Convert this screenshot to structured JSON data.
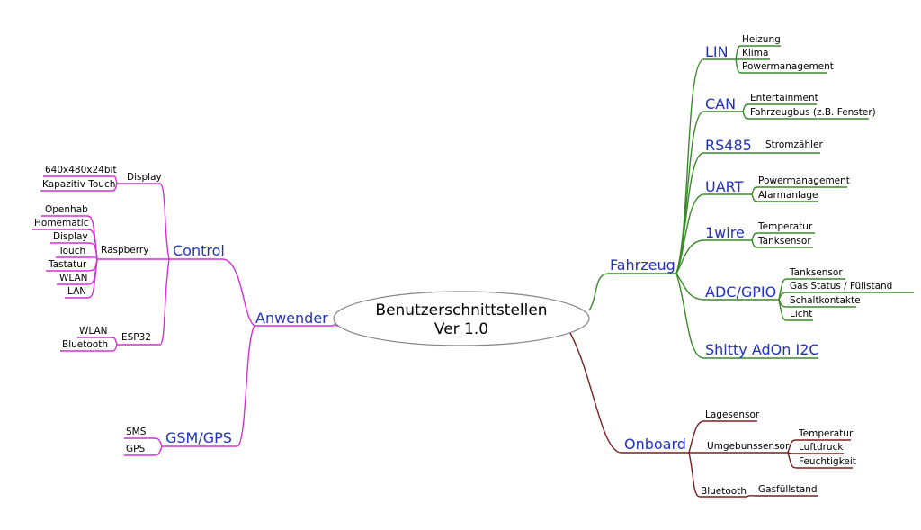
{
  "central": {
    "line1": "Benutzerschnittstellen",
    "line2": "Ver 1.0"
  },
  "colors": {
    "anwender": "#d62ed6",
    "fahrzeug": "#3a8a2a",
    "onboard": "#7a1f1f",
    "heading": "#2233bb",
    "central_border": "#888888"
  },
  "anwender": {
    "label": "Anwender",
    "control": {
      "label": "Control",
      "display": {
        "label": "Display",
        "items": [
          "640x480x24bit",
          "Kapazitiv Touch"
        ]
      },
      "raspberry": {
        "label": "Raspberry",
        "items": [
          "Openhab",
          "Homematic",
          "Display",
          "Touch",
          "Tastatur",
          "WLAN",
          "LAN"
        ]
      },
      "esp32": {
        "label": "ESP32",
        "items": [
          "WLAN",
          "Bluetooth"
        ]
      }
    },
    "gsm": {
      "label": "GSM/GPS",
      "items": [
        "SMS",
        "GPS"
      ]
    }
  },
  "fahrzeug": {
    "label": "Fahrzeug",
    "lin": {
      "label": "LIN",
      "items": [
        "Heizung",
        "Klima",
        "Powermanagement"
      ]
    },
    "can": {
      "label": "CAN",
      "items": [
        "Entertainment",
        "Fahrzeugbus (z.B. Fenster)"
      ]
    },
    "rs485": {
      "label": "RS485",
      "items": [
        "Stromzähler"
      ]
    },
    "uart": {
      "label": "UART",
      "items": [
        "Powermanagement",
        "Alarmanlage"
      ]
    },
    "onewire": {
      "label": "1wire",
      "items": [
        "Temperatur",
        "Tanksensor"
      ]
    },
    "adc": {
      "label": "ADC/GPIO",
      "items": [
        "Tanksensor",
        "Gas Status / Füllstand",
        "Schaltkontakte",
        "Licht"
      ]
    },
    "shitty": {
      "label": "Shitty AdOn I2C"
    }
  },
  "onboard": {
    "label": "Onboard",
    "lage": {
      "label": "Lagesensor"
    },
    "umgebung": {
      "label": "Umgebunssensor",
      "items": [
        "Temperatur",
        "Luftdruck",
        "Feuchtigkeit"
      ]
    },
    "bluetooth": {
      "label": "Bluetooth",
      "items": [
        "Gasfüllstand"
      ]
    }
  }
}
